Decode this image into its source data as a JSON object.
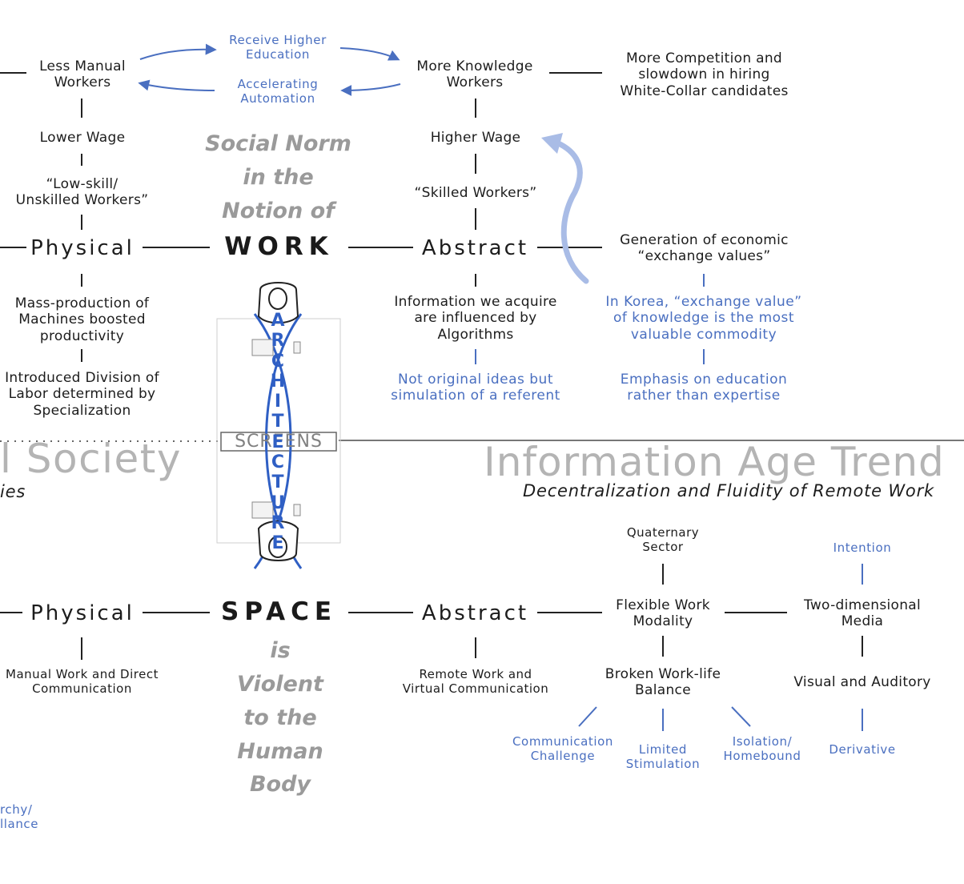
{
  "work": {
    "less_manual": "Less Manual\nWorkers",
    "receive_higher": "Receive Higher\nEducation",
    "accelerating": "Accelerating\nAutomation",
    "more_knowledge": "More Knowledge\nWorkers",
    "more_competition": "More Competition and\nslowdown in hiring\nWhite-Collar candidates",
    "lower_wage": "Lower Wage",
    "higher_wage": "Higher Wage",
    "low_skill": "“Low-skill/\nUnskilled Workers”",
    "skilled": "“Skilled Workers”",
    "physical": "Physical",
    "center": "WORK",
    "abstract": "Abstract",
    "generation": "Generation of economic\n“exchange values”",
    "mass_production": "Mass-production of\nMachines boosted\nproductivity",
    "division": "Introduced Division of\nLabor determined by\nSpecialization",
    "information": "Information we acquire\nare influenced by\nAlgorithms",
    "not_original": "Not original ideas but\nsimulation of a referent",
    "korea": "In Korea, “exchange value”\nof knowledge is the most\nvaluable commodity",
    "emphasis": "Emphasis on education\nrather than expertise",
    "social_norm": "Social Norm\nin the\nNotion of"
  },
  "middle": {
    "society": "l Society",
    "ies": "ies",
    "screens": "SCREENS",
    "architecture_letters": [
      "A",
      "R",
      "C",
      "H",
      "I",
      "T",
      "E",
      "C",
      "T",
      "U",
      "R",
      "E"
    ],
    "trend_title": "Information Age Trend",
    "trend_subtitle": "Decentralization and Fluidity of Remote Work"
  },
  "space": {
    "physical": "Physical",
    "center": "SPACE",
    "abstract": "Abstract",
    "manual_work": "Manual Work and Direct\nCommunication",
    "remote_work": "Remote Work and\nVirtual Communication",
    "quaternary": "Quaternary\nSector",
    "flexible": "Flexible Work\nModality",
    "broken": "Broken Work-life\nBalance",
    "intention": "Intention",
    "two_dimensional": "Two-dimensional\nMedia",
    "visual": "Visual and Auditory",
    "communication": "Communication\nChallenge",
    "limited": "Limited\nStimulation",
    "isolation": "Isolation/\nHomebound",
    "derivative": "Derivative",
    "hierarchy": "rchy/\nllance",
    "violent": "is\nViolent\nto the\nHuman\nBody"
  },
  "colors": {
    "blue": "#4a6fc0",
    "dark_blue": "#2f5fc4",
    "grey_text": "#9a9a9a",
    "trend_grey": "#b4b4b4"
  }
}
